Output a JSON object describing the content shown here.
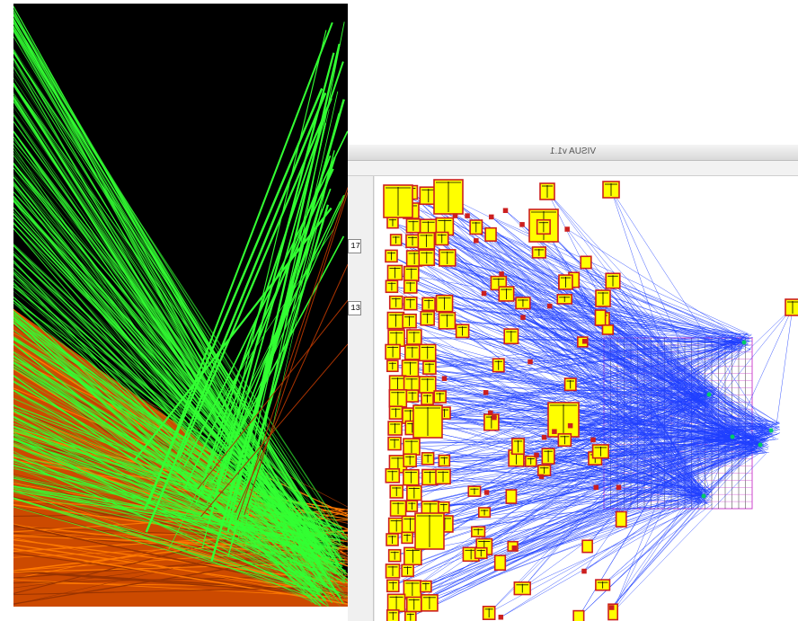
{
  "window": {
    "title": "VISUA v1.1"
  },
  "side_panel": {
    "field_1": "17",
    "field_2": "13"
  },
  "colors": {
    "left_background": "#000000",
    "left_green_lines": "#33ff33",
    "left_orange_fill": "#cc4a00",
    "node_fill": "#ffff00",
    "node_border": "#cc1f1f",
    "edge_color": "#1f3fff",
    "grid_line": "#000000",
    "grid_border": "#cc44cc",
    "hub_node": "#00cc66"
  }
}
